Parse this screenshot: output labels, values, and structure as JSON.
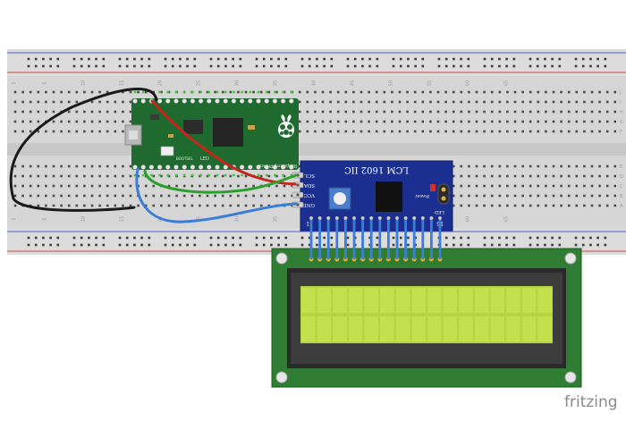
{
  "breadboard": {
    "column_numbers": [
      "1",
      "5",
      "10",
      "15",
      "20",
      "25",
      "30",
      "35",
      "40",
      "45",
      "50",
      "55",
      "60",
      "65"
    ],
    "row_letters_top": [
      "J",
      "I",
      "H",
      "G",
      "F"
    ],
    "row_letters_bottom": [
      "E",
      "D",
      "C",
      "B",
      "A"
    ]
  },
  "pico": {
    "silkscreen_lower": "Raspberry Pi Pico",
    "bootsel_label": "BOOTSEL",
    "led_label": "LED"
  },
  "i2c_module": {
    "title": "LCM 1602 IIC",
    "pin_labels": [
      "SCL",
      "SDA",
      "VCC",
      "GND"
    ],
    "pin1_label": "1",
    "pin16_label": "16",
    "power_label": "Power",
    "led_label": "LED"
  },
  "wires": [
    {
      "name": "red",
      "color": "#c4261a"
    },
    {
      "name": "black",
      "color": "#1a1a1a"
    },
    {
      "name": "green",
      "color": "#2ca02c"
    },
    {
      "name": "blue",
      "color": "#3b7dd8"
    }
  ],
  "colors": {
    "pico_pcb": "#1f6b2f",
    "lcd_pcb": "#2f7d32",
    "lcd_screen": "#b6d640",
    "i2c_pcb": "#1a2f8f"
  },
  "watermark": {
    "text": "fritzing"
  }
}
